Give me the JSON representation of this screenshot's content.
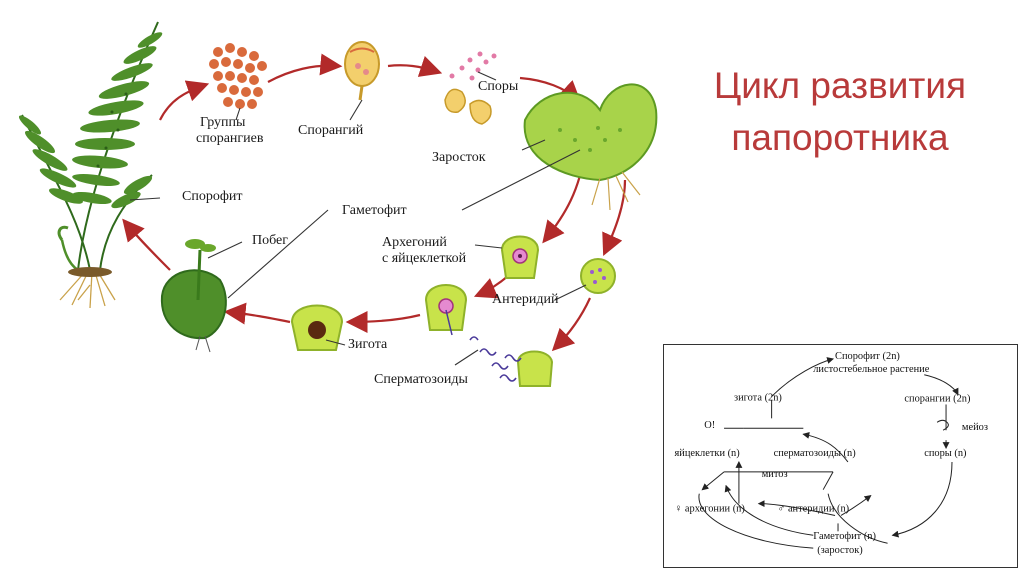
{
  "title": {
    "line1": "Цикл развития",
    "line2": "папоротника"
  },
  "illustration": {
    "labels": {
      "sporangia_groups_1": "Группы",
      "sporangia_groups_2": "спорангиев",
      "sporangium": "Спорангий",
      "spores": "Споры",
      "prothallus": "Заросток",
      "sporophyte": "Спорофит",
      "gametophyte": "Гаметофит",
      "shoot": "Побег",
      "archegonium_1": "Архегоний",
      "archegonium_2": "с яйцеклеткой",
      "antheridium": "Антеридий",
      "zygote": "Зигота",
      "spermatozoids": "Сперматозоиды"
    }
  },
  "scheme": {
    "sporophyte": "Спорофит (2n)",
    "sporophyte_desc": "листостебельное растение",
    "sporangia": "спорангии (2n)",
    "meiosis": "мейоз",
    "spores": "споры (n)",
    "gametophyte": "Гаметофит (n)",
    "gametophyte_desc": "(заросток)",
    "archegonia": "♀ архегонии (n)",
    "antheridia": "♂ антеридии (n)",
    "mitosis": "митоз",
    "eggs": "яйцеклетки (n)",
    "sperm": "сперматозоиды (n)",
    "fertilization": "О!",
    "zygote": "зигота (2n)"
  },
  "colors": {
    "title": "#b83a3a",
    "arrow": "#b22a2a",
    "plant_green": "#4f8f2a",
    "light_green": "#a8d34a",
    "sporangia": "#d96a3c"
  }
}
